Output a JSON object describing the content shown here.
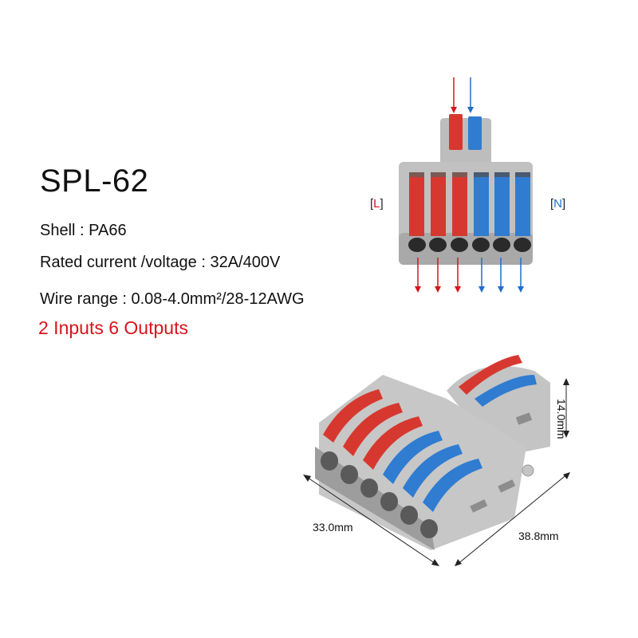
{
  "product": {
    "model": "SPL-62",
    "specs": [
      {
        "label": "Shell",
        "value": "PA66",
        "text": "Shell : PA66"
      },
      {
        "label": "Rated current /voltage",
        "value": "32A/400V",
        "text": "Rated current /voltage : 32A/400V"
      },
      {
        "label": "Wire range",
        "value": "0.08-4.0mm²/28-12AWG",
        "text": "Wire range : 0.08-4.0mm²/28-12AWG"
      }
    ],
    "highlight": "2 Inputs 6 Outputs"
  },
  "diagram": {
    "left_label_open": "[",
    "left_label_code": "L",
    "left_label_close": "]",
    "right_label_open": "[",
    "right_label_code": "N",
    "right_label_close": "]",
    "inputs": 2,
    "outputs": 6
  },
  "dimensions": {
    "length": "33.0mm",
    "width": "38.8mm",
    "height": "14.0mm"
  },
  "colors": {
    "live": "#d8141b",
    "neutral": "#1e6fc9",
    "lever_red": "#d9372f",
    "lever_blue": "#2f7fd4",
    "shell_grey": "#b9b9b9"
  }
}
